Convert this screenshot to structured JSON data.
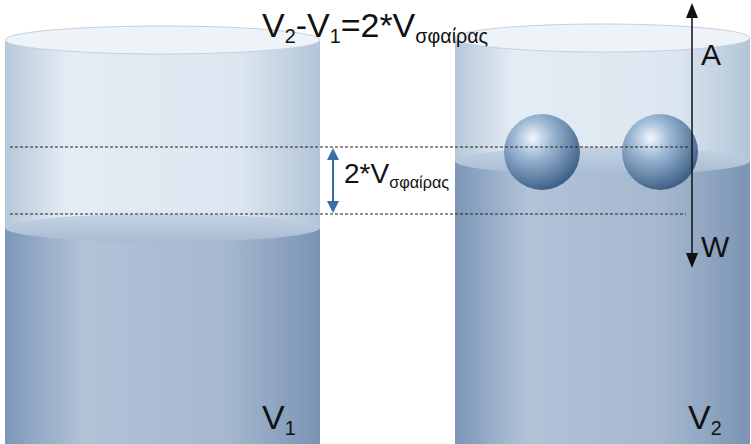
{
  "diagram": {
    "labels": [
      "V",
      "2",
      "-V",
      "1",
      "=2*V",
      "σφαίρας",
      "2*V",
      "σφαίρας",
      "A",
      "W",
      "V",
      "1",
      "V",
      "2"
    ]
  }
}
